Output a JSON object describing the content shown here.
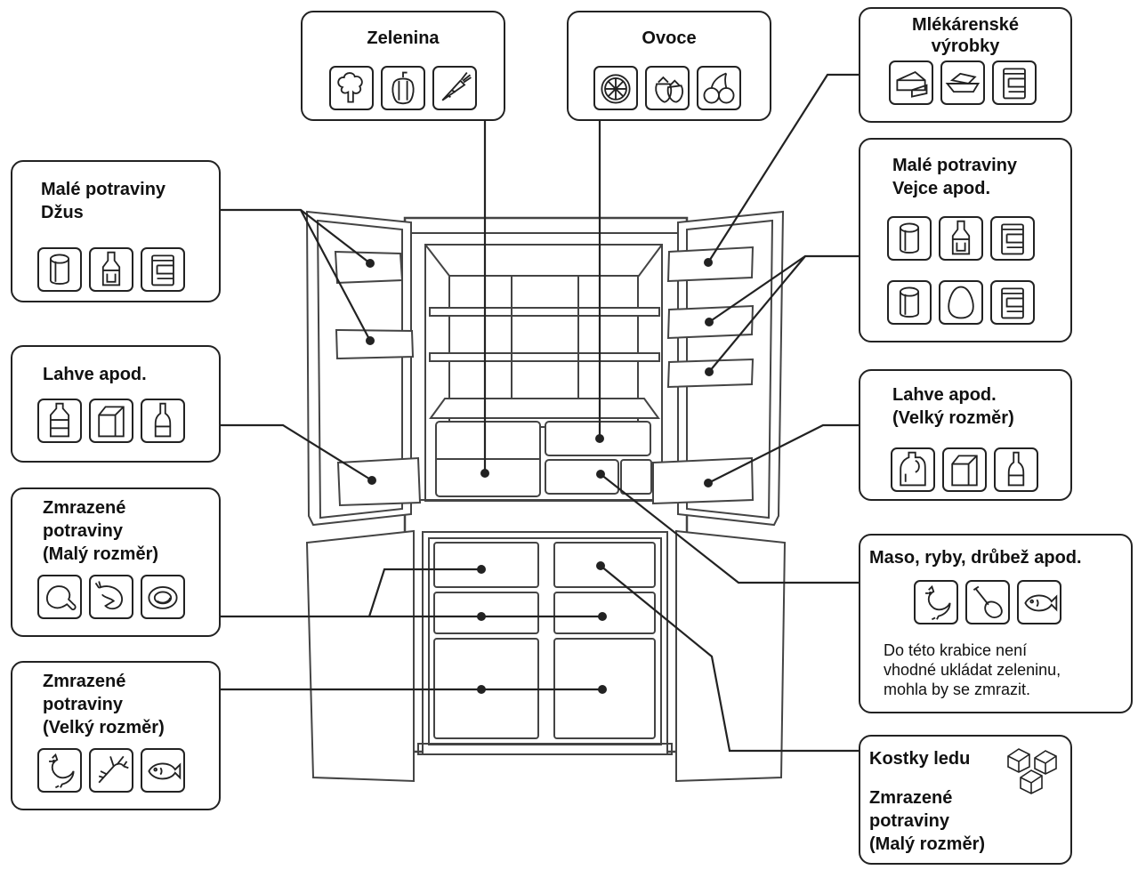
{
  "labels": {
    "zelenina": "Zelenina",
    "ovoce": "Ovoce",
    "mlekarenske": "Mlékárenské\nvýrobky",
    "male_dzus": "Malé potraviny\nDžus",
    "male_vejce": "Malé potraviny\nVejce apod.",
    "lahve_left": "Lahve apod.",
    "lahve_right": "Lahve apod.\n(Velký rozměr)",
    "maso": "Maso, ryby, drůbež apod.",
    "maso_note": "Do této krabice není\nvhodné ukládat zeleninu,\nmohla by se zmrazit.",
    "zmraz_small": "Zmrazené\npotraviny\n(Malý rozměr)",
    "zmraz_large": "Zmrazené\npotraviny\n(Velký rozměr)",
    "kostky": "Kostky ledu",
    "kostky_zmraz": "Zmrazené\npotraviny\n(Malý rozměr)"
  },
  "icons": {
    "zelenina": [
      "broccoli-icon",
      "pepper-icon",
      "carrot-icon"
    ],
    "ovoce": [
      "citrus-slice-icon",
      "strawberry-icon",
      "cherry-icon"
    ],
    "mlekarenske": [
      "cheese-icon",
      "butter-icon",
      "jar-icon"
    ],
    "male_dzus": [
      "can-icon",
      "sauce-bottle-icon",
      "jar-icon"
    ],
    "male_vejce_row1": [
      "can-icon",
      "sauce-bottle-icon",
      "jar-icon"
    ],
    "male_vejce_row2": [
      "can-icon",
      "egg-icon",
      "jar-icon"
    ],
    "lahve_left": [
      "water-bottle-icon",
      "milk-carton-icon",
      "wine-bottle-icon"
    ],
    "lahve_right": [
      "jug-icon",
      "milk-carton-icon",
      "wine-bottle-icon"
    ],
    "maso": [
      "chicken-icon",
      "meat-leg-icon",
      "fish-icon"
    ],
    "zmraz_small": [
      "drumstick-icon",
      "shrimp-icon",
      "fish-steak-icon"
    ],
    "zmraz_large": [
      "chicken-icon",
      "lobster-icon",
      "fish-icon"
    ],
    "kostky": [
      "ice-cubes-icon"
    ]
  },
  "colors": {
    "stroke": "#222222",
    "background": "#ffffff"
  }
}
